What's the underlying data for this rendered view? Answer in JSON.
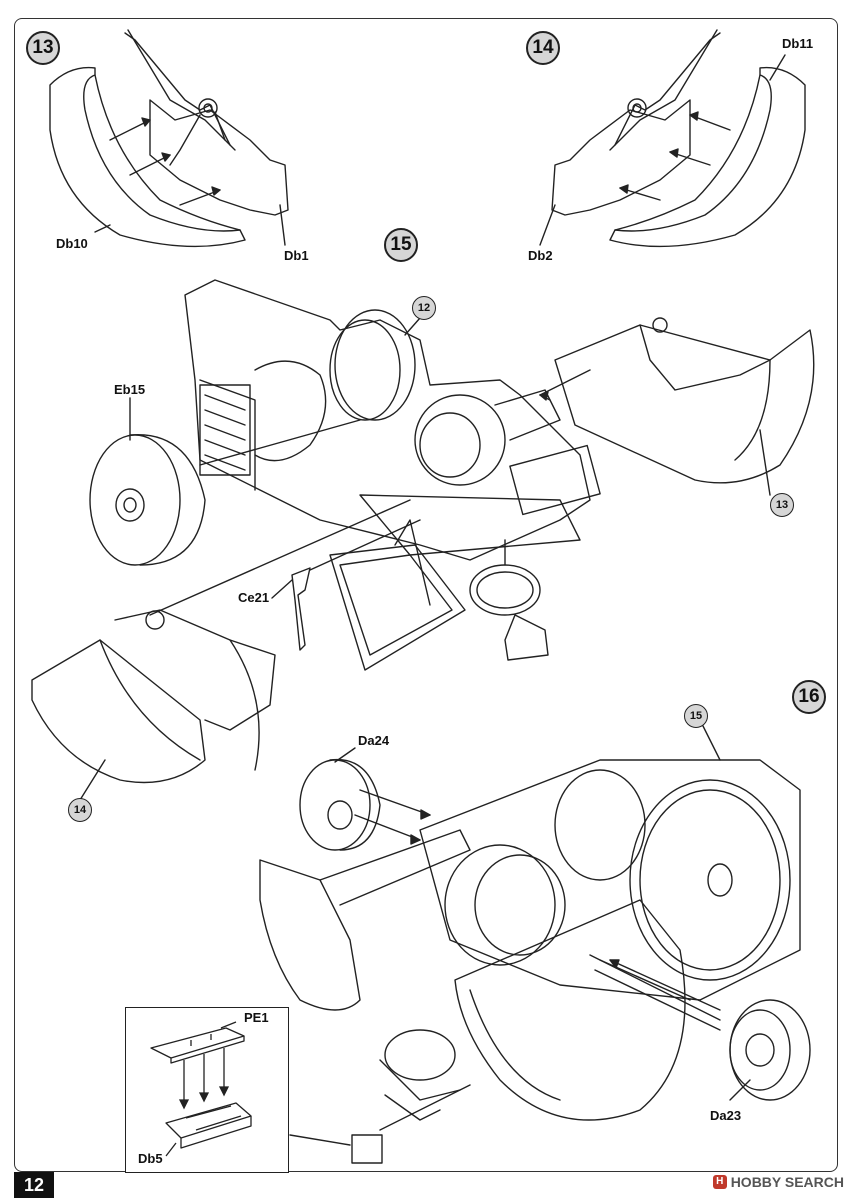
{
  "page_number": "12",
  "steps": {
    "s13": "13",
    "s14": "14",
    "s15": "15",
    "s16": "16"
  },
  "refs": {
    "r12": "12",
    "r13": "13",
    "r14": "14",
    "r15": "15"
  },
  "parts": {
    "db10": "Db10",
    "db1": "Db1",
    "db11": "Db11",
    "db2": "Db2",
    "eb15": "Eb15",
    "ce21": "Ce21",
    "da24": "Da24",
    "da23": "Da23",
    "pe1": "PE1",
    "db5": "Db5"
  },
  "watermark": {
    "logo": "H",
    "text": "HOBBY SEARCH"
  }
}
